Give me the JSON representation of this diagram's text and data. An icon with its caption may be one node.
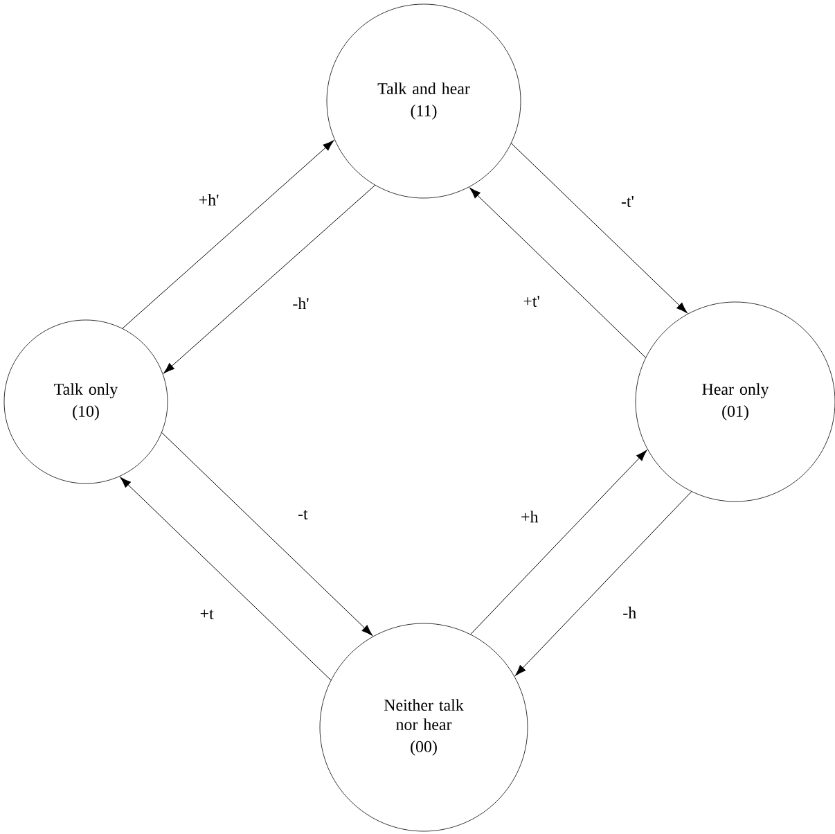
{
  "diagram": {
    "nodes": [
      {
        "text": [
          "Talk and hear",
          "(11)"
        ]
      },
      {
        "text": [
          "Talk only",
          "(10)"
        ]
      },
      {
        "text": [
          "Hear only",
          "(01)"
        ]
      },
      {
        "text": [
          "Neither talk nor hear",
          "(00)"
        ]
      }
    ],
    "edges": [
      {
        "from": 1,
        "to": 0,
        "arrow": "to",
        "label": "+h'"
      },
      {
        "from": 0,
        "to": 1,
        "arrow": "to",
        "label": "-h'"
      },
      {
        "from": 0,
        "to": 2,
        "arrow": "to",
        "label": "-t'"
      },
      {
        "from": 2,
        "to": 0,
        "arrow": "to",
        "label": "+t'"
      },
      {
        "from": 1,
        "to": 3,
        "arrow": "to",
        "label": "-t"
      },
      {
        "from": 3,
        "to": 1,
        "arrow": "to",
        "label": "+t"
      },
      {
        "from": 3,
        "to": 2,
        "arrow": "to",
        "label": "+h"
      },
      {
        "from": 2,
        "to": 3,
        "arrow": "to",
        "label": "-h"
      }
    ]
  }
}
